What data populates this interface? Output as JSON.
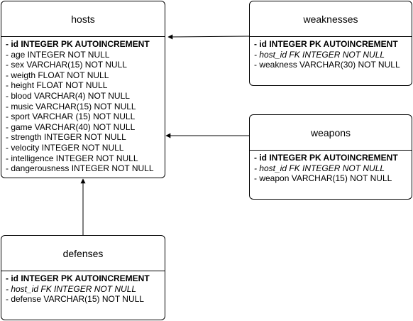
{
  "entities": {
    "hosts": {
      "title": "hosts",
      "fields": [
        {
          "text": "- id INTEGER PK AUTOINCREMENT",
          "kind": "pk"
        },
        {
          "text": "- age INTEGER NOT NULL",
          "kind": "col"
        },
        {
          "text": "- sex VARCHAR(15) NOT NULL",
          "kind": "col"
        },
        {
          "text": "- weigth FLOAT NOT NULL",
          "kind": "col"
        },
        {
          "text": "- height FLOAT NOT NULL",
          "kind": "col"
        },
        {
          "text": "- blood VARCHAR(4) NOT NULL",
          "kind": "col"
        },
        {
          "text": "- music VARCHAR(15) NOT NULL",
          "kind": "col"
        },
        {
          "text": "- sport VARCHAR (15) NOT NULL",
          "kind": "col"
        },
        {
          "text": "- game VARCHAR(40) NOT NULL",
          "kind": "col"
        },
        {
          "text": "- strength INTEGER NOT NULL",
          "kind": "col"
        },
        {
          "text": "- velocity INTEGER NOT NULL",
          "kind": "col"
        },
        {
          "text": "- intelligence INTEGER NOT NULL",
          "kind": "col"
        },
        {
          "text": "- dangerousness INTEGER NOT NULL",
          "kind": "col"
        }
      ]
    },
    "weaknesses": {
      "title": "weaknesses",
      "fields": [
        {
          "text": "- id INTEGER PK AUTOINCREMENT",
          "kind": "pk"
        },
        {
          "text": "- host_id FK INTEGER NOT NULL",
          "kind": "fk"
        },
        {
          "text": "- weakness VARCHAR(30) NOT NULL",
          "kind": "col"
        }
      ]
    },
    "weapons": {
      "title": "weapons",
      "fields": [
        {
          "text": "- id INTEGER PK AUTOINCREMENT",
          "kind": "pk"
        },
        {
          "text": "- host_id FK INTEGER NOT NULL",
          "kind": "fk"
        },
        {
          "text": "- weapon VARCHAR(15) NOT NULL",
          "kind": "col"
        }
      ]
    },
    "defenses": {
      "title": "defenses",
      "fields": [
        {
          "text": "- id INTEGER PK AUTOINCREMENT",
          "kind": "pk"
        },
        {
          "text": "- host_id FK INTEGER NOT NULL",
          "kind": "fk"
        },
        {
          "text": "- defense VARCHAR(15) NOT NULL",
          "kind": "col"
        }
      ]
    }
  },
  "relations": [
    {
      "from": "weaknesses",
      "to": "hosts"
    },
    {
      "from": "weapons",
      "to": "hosts"
    },
    {
      "from": "defenses",
      "to": "hosts"
    }
  ],
  "colors": {
    "stroke": "#000000",
    "background": "#ffffff"
  }
}
